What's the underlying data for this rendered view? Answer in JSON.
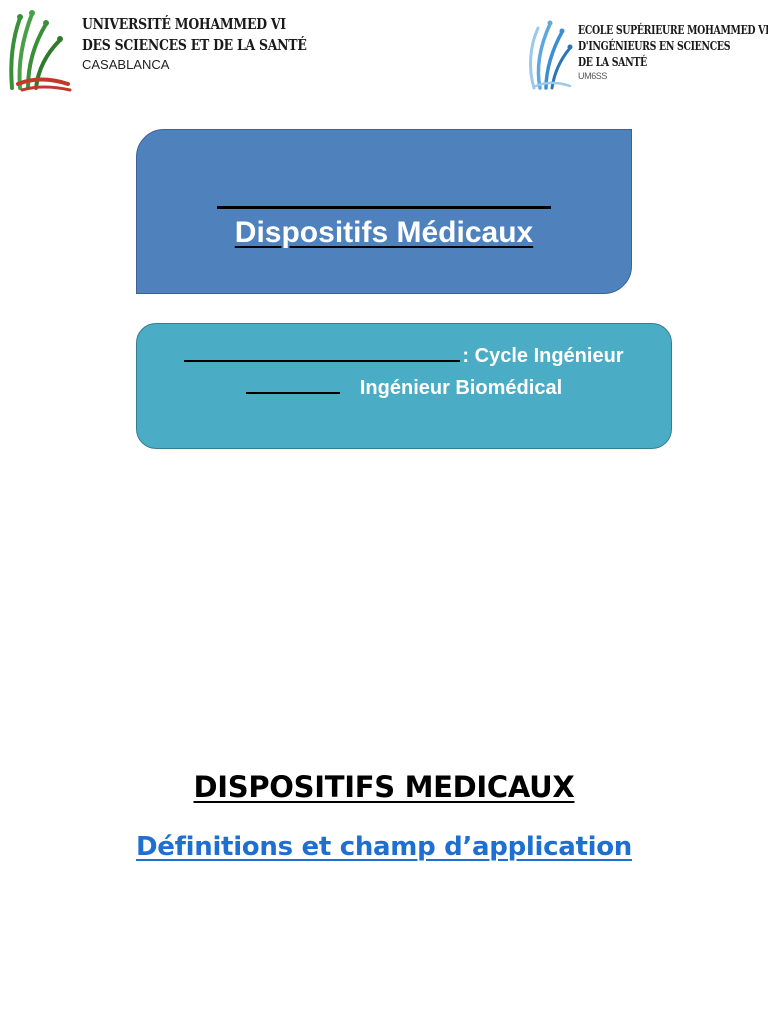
{
  "header": {
    "left_logo": {
      "icon": "umsss-university-logo-icon",
      "line1": "UNIVERSITÉ MOHAMMED VI",
      "line2": "DES SCIENCES ET DE LA SANTÉ",
      "line3": "CASABLANCA",
      "colors": {
        "green": "#3a8f3a",
        "red": "#c0392b"
      }
    },
    "right_logo": {
      "icon": "esmiss-school-logo-icon",
      "line1": "ECOLE SUPÉRIEURE MOHAMMED VI",
      "line2": "D'INGÉNIEURS EN SCIENCES",
      "line3": "DE LA SANTÉ",
      "line4": "UM6SS",
      "colors": {
        "blue": "#3b8fd0"
      }
    }
  },
  "title_box": {
    "title": "Dispositifs Médicaux",
    "color": "#4f81bd"
  },
  "sub_box": {
    "line1": ": Cycle Ingénieur",
    "line2": "Ingénieur Biomédical",
    "color": "#4bacc6"
  },
  "content": {
    "heading": "DISPOSITIFS MEDICAUX",
    "subheading": "Définitions et champ d’application",
    "link_color": "#1f6fd0"
  }
}
